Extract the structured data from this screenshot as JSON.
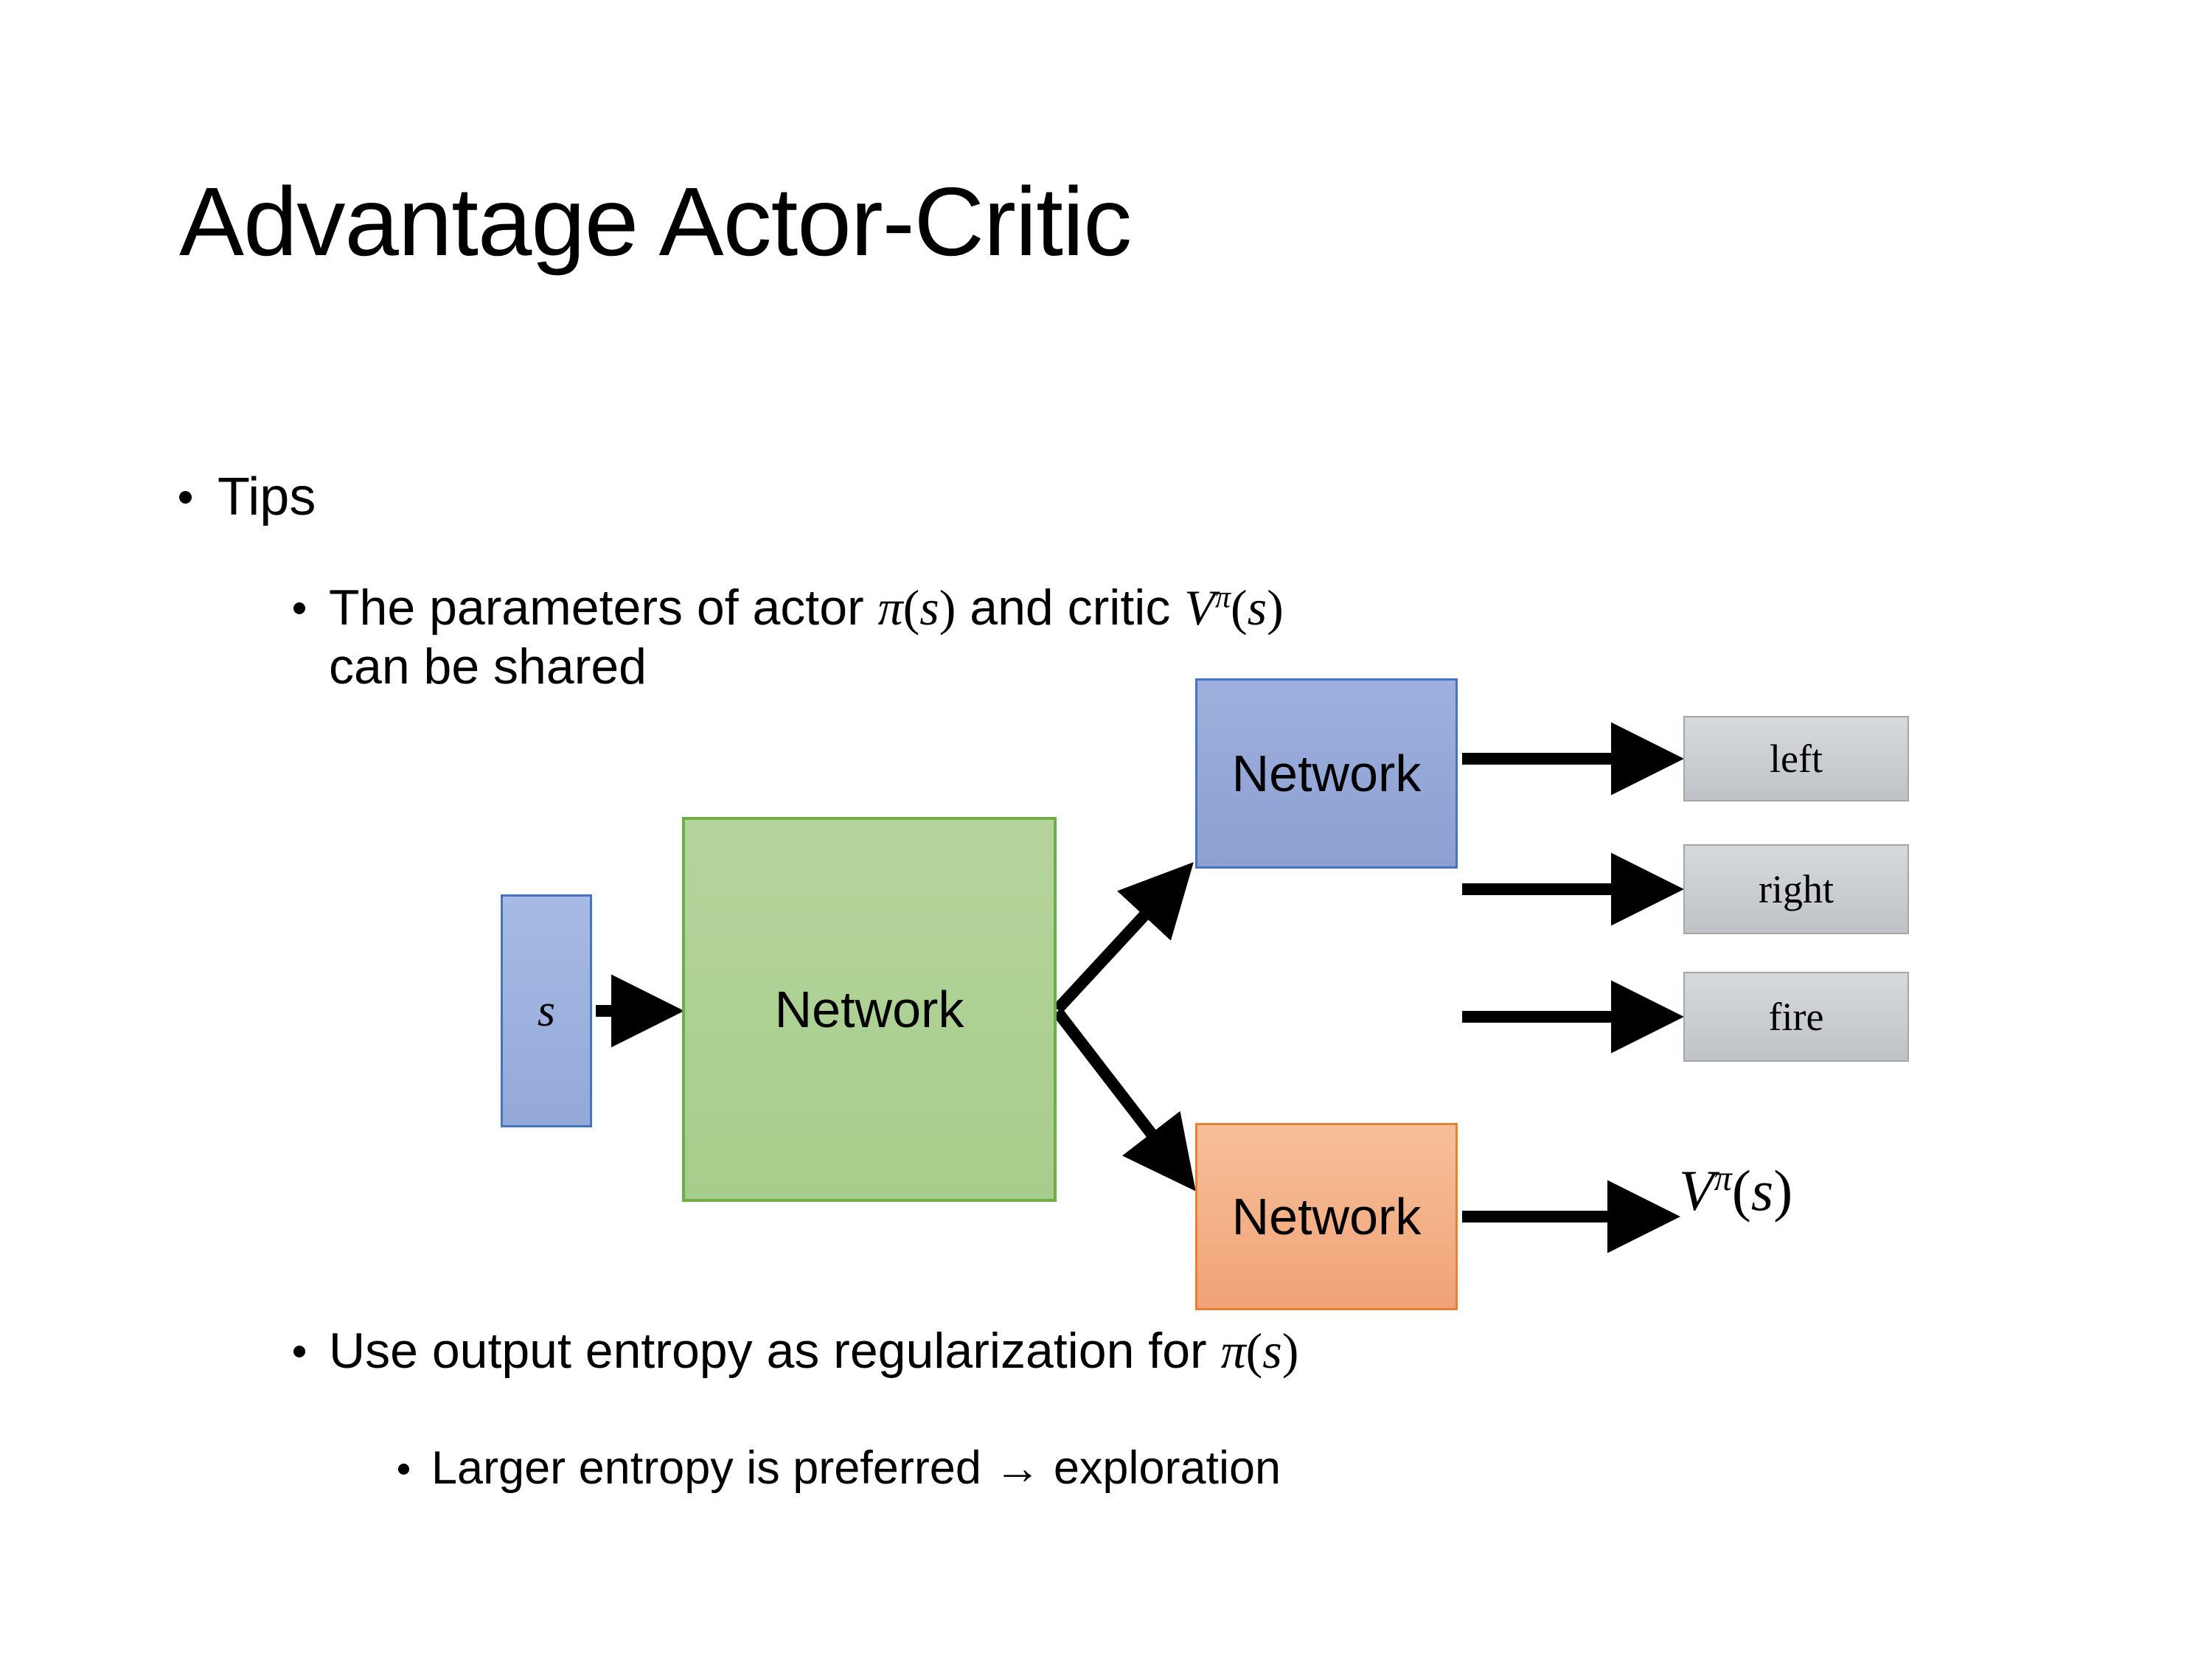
{
  "slide": {
    "title": "Advantage Actor-Critic",
    "background_color": "#FFFFFF"
  },
  "bullets": {
    "tips": "Tips",
    "shared_params_line1_a": "The parameters of actor ",
    "shared_params_pi": "π",
    "shared_params_s1": "s",
    "shared_params_line1_b": "  and critic ",
    "shared_params_V": "V",
    "shared_params_sup_pi": "π",
    "shared_params_s2": "s",
    "shared_params_line2": "can be shared",
    "entropy_a": "Use output entropy as regularization for ",
    "entropy_pi": "π",
    "entropy_s": "s",
    "exploration": "Larger entropy is preferred → exploration"
  },
  "diagram": {
    "input_label": "s",
    "shared_network_label": "Network",
    "actor_network_label": "Network",
    "critic_network_label": "Network",
    "actions": [
      {
        "label": "left"
      },
      {
        "label": "right"
      },
      {
        "label": "fire"
      }
    ],
    "critic_output": {
      "V": "V",
      "sup": "π",
      "arg": "s"
    },
    "colors": {
      "input_fill": "#99ADDC",
      "input_border": "#4472C4",
      "shared_fill": "#AFD195",
      "shared_border": "#70AD47",
      "actor_fill": "#93A7D6",
      "actor_border": "#4472C4",
      "critic_fill": "#F4B183",
      "critic_border": "#ED7D31",
      "action_fill": "#C9CDD1",
      "action_border": "#A6A6A6",
      "arrow": "#000000"
    }
  }
}
